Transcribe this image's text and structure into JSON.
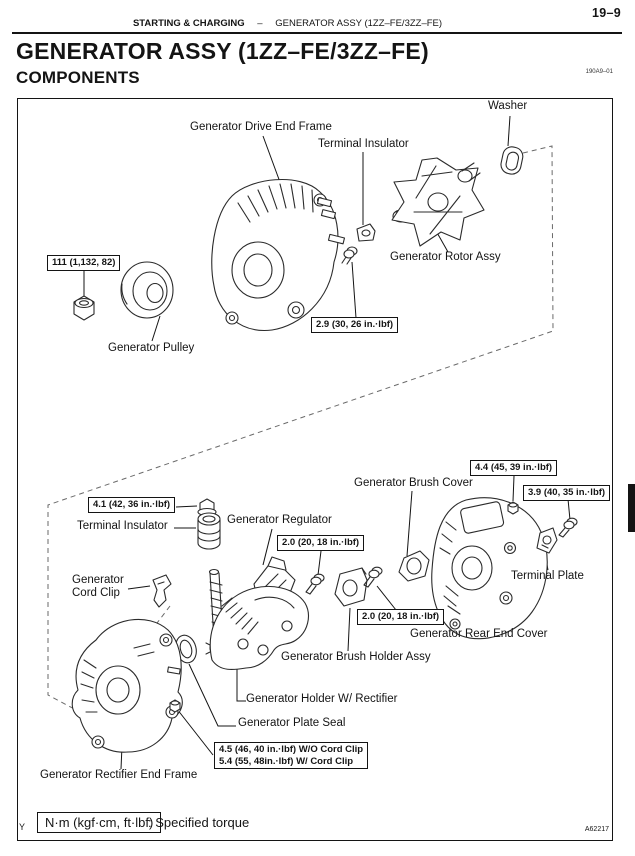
{
  "page": {
    "number": "19–9",
    "header": {
      "section": "STARTING & CHARGING",
      "separator": "–",
      "subsection": "GENERATOR ASSY (1ZZ–FE/3ZZ–FE)"
    },
    "title": "GENERATOR ASSY (1ZZ–FE/3ZZ–FE)",
    "subtitle": "COMPONENTS",
    "revision_code": "190A9–01",
    "figure_number": "A62217",
    "page_marker": "Y"
  },
  "legend": {
    "box_label": "N·m (kgf·cm, ft·lbf)",
    "caption": ": Specified torque"
  },
  "labels": {
    "washer": "Washer",
    "drive_end_frame": "Generator Drive End Frame",
    "terminal_insulator_top": "Terminal Insulator",
    "rotor_assy": "Generator Rotor Assy",
    "pulley": "Generator Pulley",
    "terminal_insulator_lower": "Terminal Insulator",
    "regulator": "Generator Regulator",
    "cord_clip_line1": "Generator",
    "cord_clip_line2": "Cord Clip",
    "brush_cover": "Generator Brush Cover",
    "terminal_plate": "Terminal Plate",
    "rear_end_cover": "Generator Rear End Cover",
    "brush_holder_assy": "Generator Brush Holder Assy",
    "holder_w_rectifier": "Generator Holder W/ Rectifier",
    "plate_seal": "Generator Plate Seal",
    "rectifier_end_frame": "Generator Rectifier End Frame"
  },
  "torques": {
    "pulley_nut": "111 (1,132, 82)",
    "rotor_screw": "2.9 (30, 26 in.·lbf)",
    "terminal_nut": "4.1 (42, 36 in.·lbf)",
    "brush_cover_nut": "4.4 (45, 39 in.·lbf)",
    "terminal_plate_screw": "3.9 (40, 35 in.·lbf)",
    "regulator_screw": "2.0 (20, 18 in.·lbf)",
    "brush_holder_screw": "2.0 (20, 18 in.·lbf)",
    "end_frame_line1": "4.5 (46, 40 in.·lbf) W/O Cord Clip",
    "end_frame_line2": "5.4 (55, 48in.·lbf) W/ Cord Clip"
  },
  "colors": {
    "ink": "#141414",
    "line_art": "#2b2b2b",
    "dash": "#6a6a6a"
  }
}
